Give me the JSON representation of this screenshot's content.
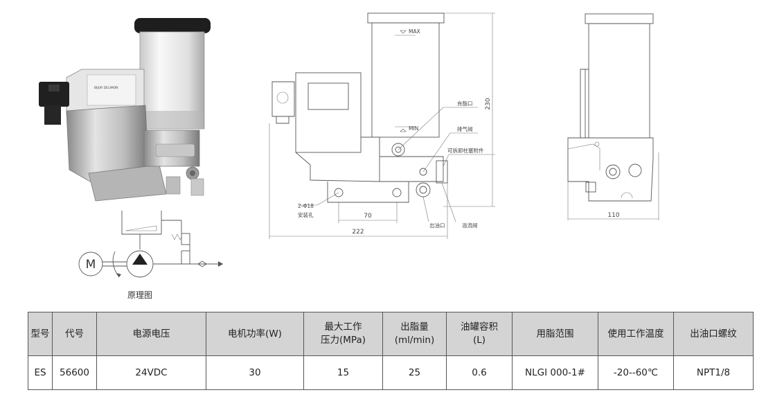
{
  "figure": {
    "photo_badge": "BIJUR DELIMON",
    "schematic_caption": "原理图",
    "motor_symbol": "M",
    "reservoir_max": "MAX",
    "reservoir_min": "MIN",
    "dim_height": "230",
    "dim_hole_spacing": "70",
    "dim_total_width": "222",
    "dim_side_width": "110",
    "label_fill_port": "充脂口",
    "label_vent_valve": "排气阀",
    "label_removable": "可拆卸柱塞附件",
    "label_mount_hole_size": "2-Φ18",
    "label_mount_hole": "安装孔",
    "label_outlet": "出油口",
    "label_overflow_valve": "溢流阀"
  },
  "table": {
    "headers": [
      [
        "型号"
      ],
      [
        "代号"
      ],
      [
        "电源电压"
      ],
      [
        "电机功率(W)"
      ],
      [
        "最大工作",
        "压力(MPa)"
      ],
      [
        "出脂量",
        "(ml/min)"
      ],
      [
        "油罐容积",
        "(L)"
      ],
      [
        "用脂范围"
      ],
      [
        "使用工作温度"
      ],
      [
        "出油口螺纹"
      ]
    ],
    "rows": [
      [
        "ES",
        "56600",
        "24VDC",
        "30",
        "15",
        "25",
        "0.6",
        "NLGI 000-1#",
        "-20--60℃",
        "NPT1/8"
      ]
    ]
  }
}
